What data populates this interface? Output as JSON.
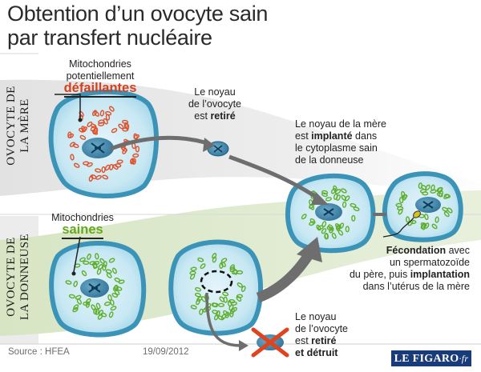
{
  "title": {
    "line1": "Obtention d’un ovocyte sain",
    "line2": "par transfert nucléaire"
  },
  "panels": {
    "mother_line1": "OVOCYTE DE",
    "mother_line2": "LA MÈRE",
    "donor_line1": "OVOCYTE DE",
    "donor_line2": "LA DONNEUSE"
  },
  "labels": {
    "defective_line1": "Mitochondries",
    "defective_line2": "potentiellement",
    "defective_word": "défaillantes",
    "healthy_line1": "Mitochondries",
    "healthy_word": "saines",
    "removed_line1": "Le noyau",
    "removed_line2": "de l’ovocyte",
    "removed_pre": "est ",
    "removed_bold": "retiré",
    "implant_line1": "Le noyau de la mère",
    "implant_pre": "est ",
    "implant_bold": "implanté",
    "implant_post": " dans",
    "implant_line3": "le cytoplasme sain",
    "implant_line4": "de la donneuse",
    "fecond_bold": "Fécondation",
    "fecond_post": " avec",
    "fecond_line2": "un spermatozoïde",
    "fecond_line3_pre": "du père, puis ",
    "fecond_line3_bold": "implantation",
    "fecond_line4": "dans l’utérus de la mère",
    "destroy_line1": "Le noyau",
    "destroy_line2": "de l’ovocyte",
    "destroy_pre": "est ",
    "destroy_bold1": "retiré",
    "destroy_bold2": "et détruit"
  },
  "footer": {
    "source": "Source : HFEA",
    "date": "19/09/2012",
    "logo_main": "LE FIGARO",
    "logo_suffix": "·fr"
  },
  "colors": {
    "cell_outer": "#3d96b9",
    "cell_inner": "#cdebf5",
    "mito_red": "#e0502a",
    "mito_green": "#5fae2c",
    "arrow": "#6e6e6e",
    "band_mother": "#e6e6e6",
    "band_donor": "#dfe9cf",
    "cross": "#e0441f",
    "logo_bg": "#1a3b7a"
  }
}
